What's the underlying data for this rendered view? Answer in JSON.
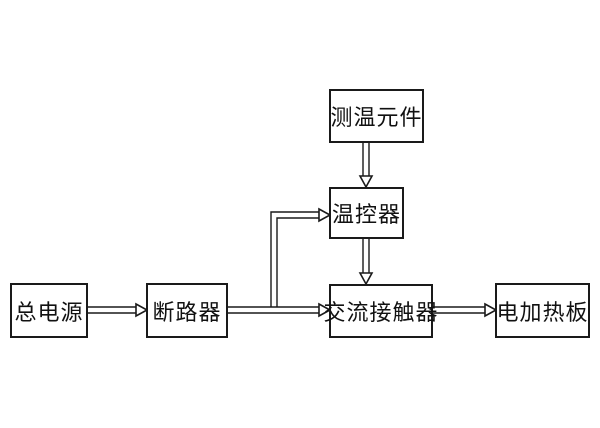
{
  "diagram": {
    "nodes": {
      "power": "总电源",
      "breaker": "断路器",
      "sensor": "测温元件",
      "thermostat": "温控器",
      "contactor": "交流接触器",
      "heater": "电加热板"
    },
    "edges": [
      [
        "power",
        "breaker"
      ],
      [
        "breaker",
        "contactor"
      ],
      [
        "breaker",
        "thermostat"
      ],
      [
        "sensor",
        "thermostat"
      ],
      [
        "thermostat",
        "contactor"
      ],
      [
        "contactor",
        "heater"
      ]
    ]
  }
}
